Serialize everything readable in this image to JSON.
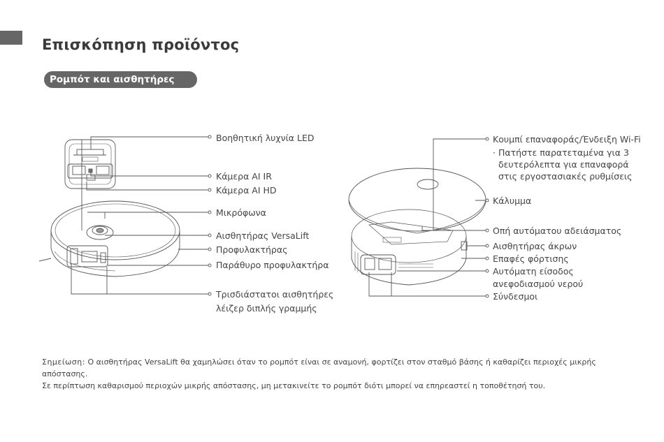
{
  "page": {
    "title": "Επισκόπηση προϊόντος",
    "section_label": "Ρομπότ και αισθητήρες"
  },
  "left_labels": {
    "led": "Βοηθητική λυχνία LED",
    "camera_ir": "Κάμερα AI IR",
    "camera_hd": "Κάμερα AI HD",
    "microphone": "Μικρόφωνα",
    "versalift": "Αισθητήρας VersaLift",
    "bumper": "Προφυλακτήρας",
    "bumper_window": "Παράθυρο προφυλακτήρα",
    "laser_line1": "Τρισδιάστατοι αισθητήρες",
    "laser_line2": "λέιζερ διπλής γραμμής"
  },
  "right_labels": {
    "reset_button": "Κουμπί επαναφοράς/Ένδειξη Wi-Fi",
    "reset_note_line1": "· Πατήστε παρατεταμένα για 3",
    "reset_note_line2": "δευτερόλεπτα για επαναφορά",
    "reset_note_line3": "στις εργοστασιακές ρυθμίσεις",
    "cover": "Κάλυμμα",
    "auto_empty_port": "Οπή αυτόματου αδειάσματος",
    "edge_sensor": "Αισθητήρας άκρων",
    "charging_contacts": "Επαφές φόρτισης",
    "water_inlet_line1": "Αυτόματη είσοδος",
    "water_inlet_line2": "ανεφοδιασμού νερού",
    "connectors": "Σύνδεσμοι"
  },
  "note": {
    "lead": "Σημείωση:",
    "line1": "Ο αισθητήρας VersaLift θα χαμηλώσει όταν το ρομπότ είναι σε αναμονή, φορτίζει στον σταθμό βάσης ή καθαρίζει περιοχές μικρής απόστασης.",
    "line2": "Σε περίπτωση καθαρισμού περιοχών μικρής απόστασης, μη μετακινείτε το ρομπότ διότι μπορεί να επηρεαστεί η τοποθέτησή του."
  }
}
